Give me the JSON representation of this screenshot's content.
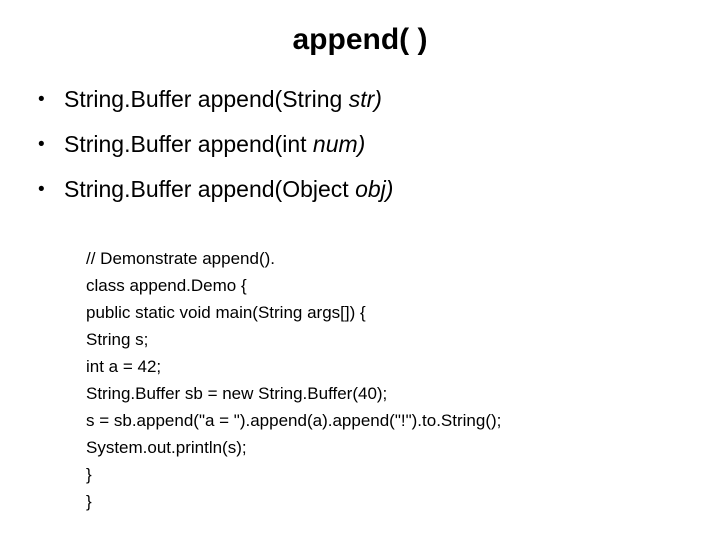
{
  "slide": {
    "title": "append( )",
    "background_color": "#ffffff",
    "text_color": "#000000"
  },
  "bullets": [
    {
      "prefix": "String.Buffer append(String ",
      "param": "str)"
    },
    {
      "prefix": "String.Buffer append(int ",
      "param": "num)"
    },
    {
      "prefix": "String.Buffer append(Object ",
      "param": "obj)"
    }
  ],
  "code": {
    "lines": [
      "// Demonstrate append().",
      "class append.Demo {",
      "public static void main(String args[]) {",
      "String s;",
      "int a = 42;",
      "String.Buffer sb = new String.Buffer(40);",
      "s = sb.append(\"a = \").append(a).append(\"!\").to.String();",
      "System.out.println(s);",
      "}",
      "}"
    ]
  }
}
